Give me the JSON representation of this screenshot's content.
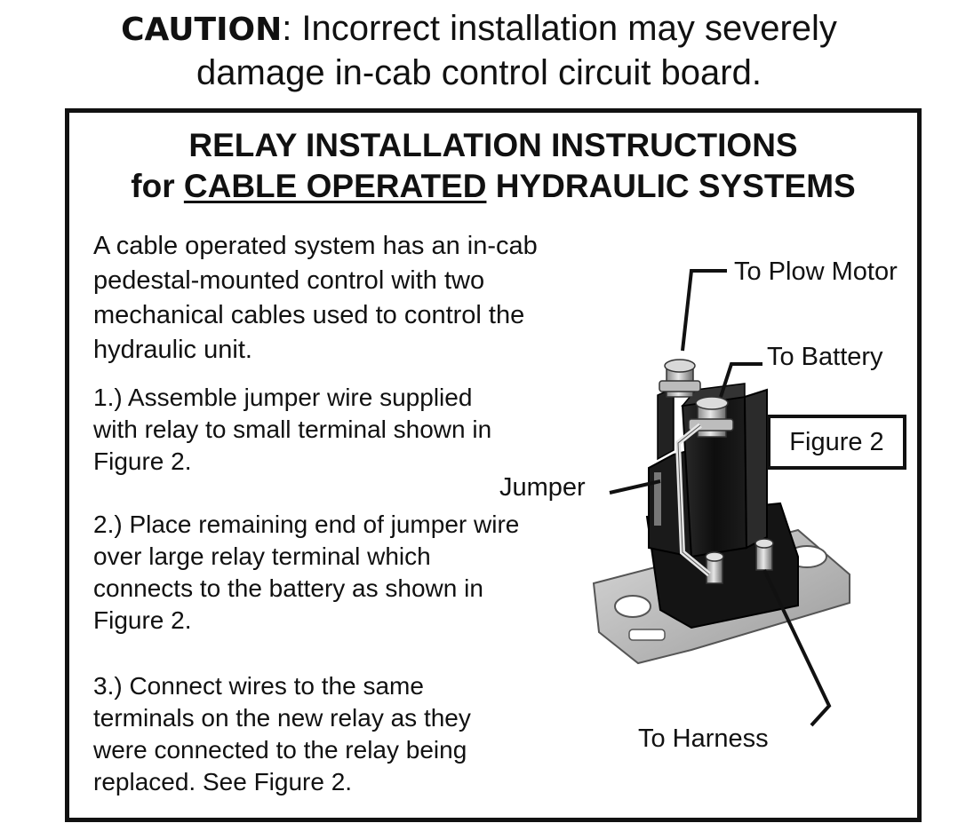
{
  "caution": {
    "label": "CAUTION",
    "message_line1": ": Incorrect installation may severely",
    "message_line2": "damage in-cab control circuit board."
  },
  "instructions": {
    "title_line1": "RELAY INSTALLATION INSTRUCTIONS",
    "title_prefix": "for ",
    "title_underlined": "CABLE OPERATED",
    "title_suffix": " HYDRAULIC SYSTEMS",
    "intro": "A cable operated system has an in-cab  pedestal-mounted control with two mechanical cables used to control the hydraulic unit.",
    "steps": [
      "1.) Assemble jumper wire supplied with relay to small terminal shown in Figure 2.",
      "2.) Place remaining end of jumper wire over large relay terminal which connects to the battery as shown in Figure 2.",
      "3.) Connect wires to the same terminals on the new relay as they were connected to the relay being replaced. See Figure 2."
    ]
  },
  "figure": {
    "caption": "Figure 2",
    "labels": {
      "plow_motor": "To Plow Motor",
      "battery": "To Battery",
      "jumper": "Jumper",
      "harness": "To Harness"
    }
  }
}
